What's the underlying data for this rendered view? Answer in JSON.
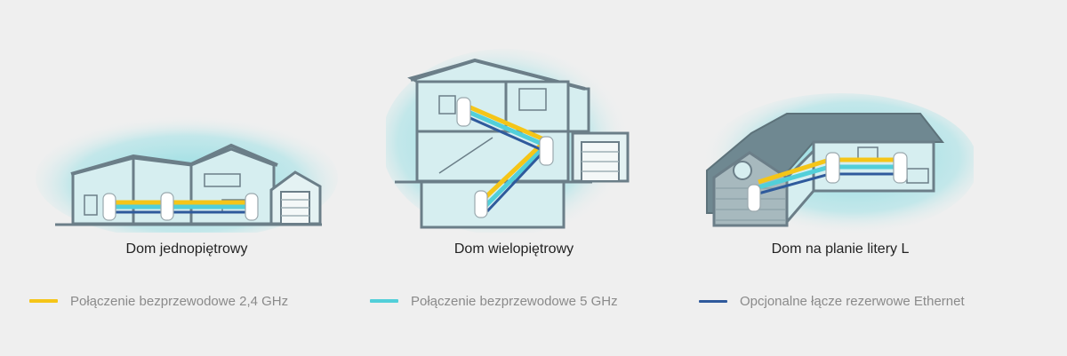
{
  "captions": {
    "single": "Dom jednopiętrowy",
    "multi": "Dom wielopiętrowy",
    "lshape": "Dom na planie litery L"
  },
  "legend": [
    {
      "label": "Połączenie bezprzewodowe 2,4 GHz",
      "color": "#f5c518"
    },
    {
      "label": "Połączenie bezprzewodowe 5 GHz",
      "color": "#52cfd9"
    },
    {
      "label": "Opcjonalne łącze rezerwowe Ethernet",
      "color": "#2f5a9c"
    }
  ],
  "colors": {
    "glow": "#7fd8df",
    "house_outline": "#6b7e88",
    "house_fill": "#d6eef0",
    "roof_l": "#6f8891",
    "device": "#ffffff"
  }
}
